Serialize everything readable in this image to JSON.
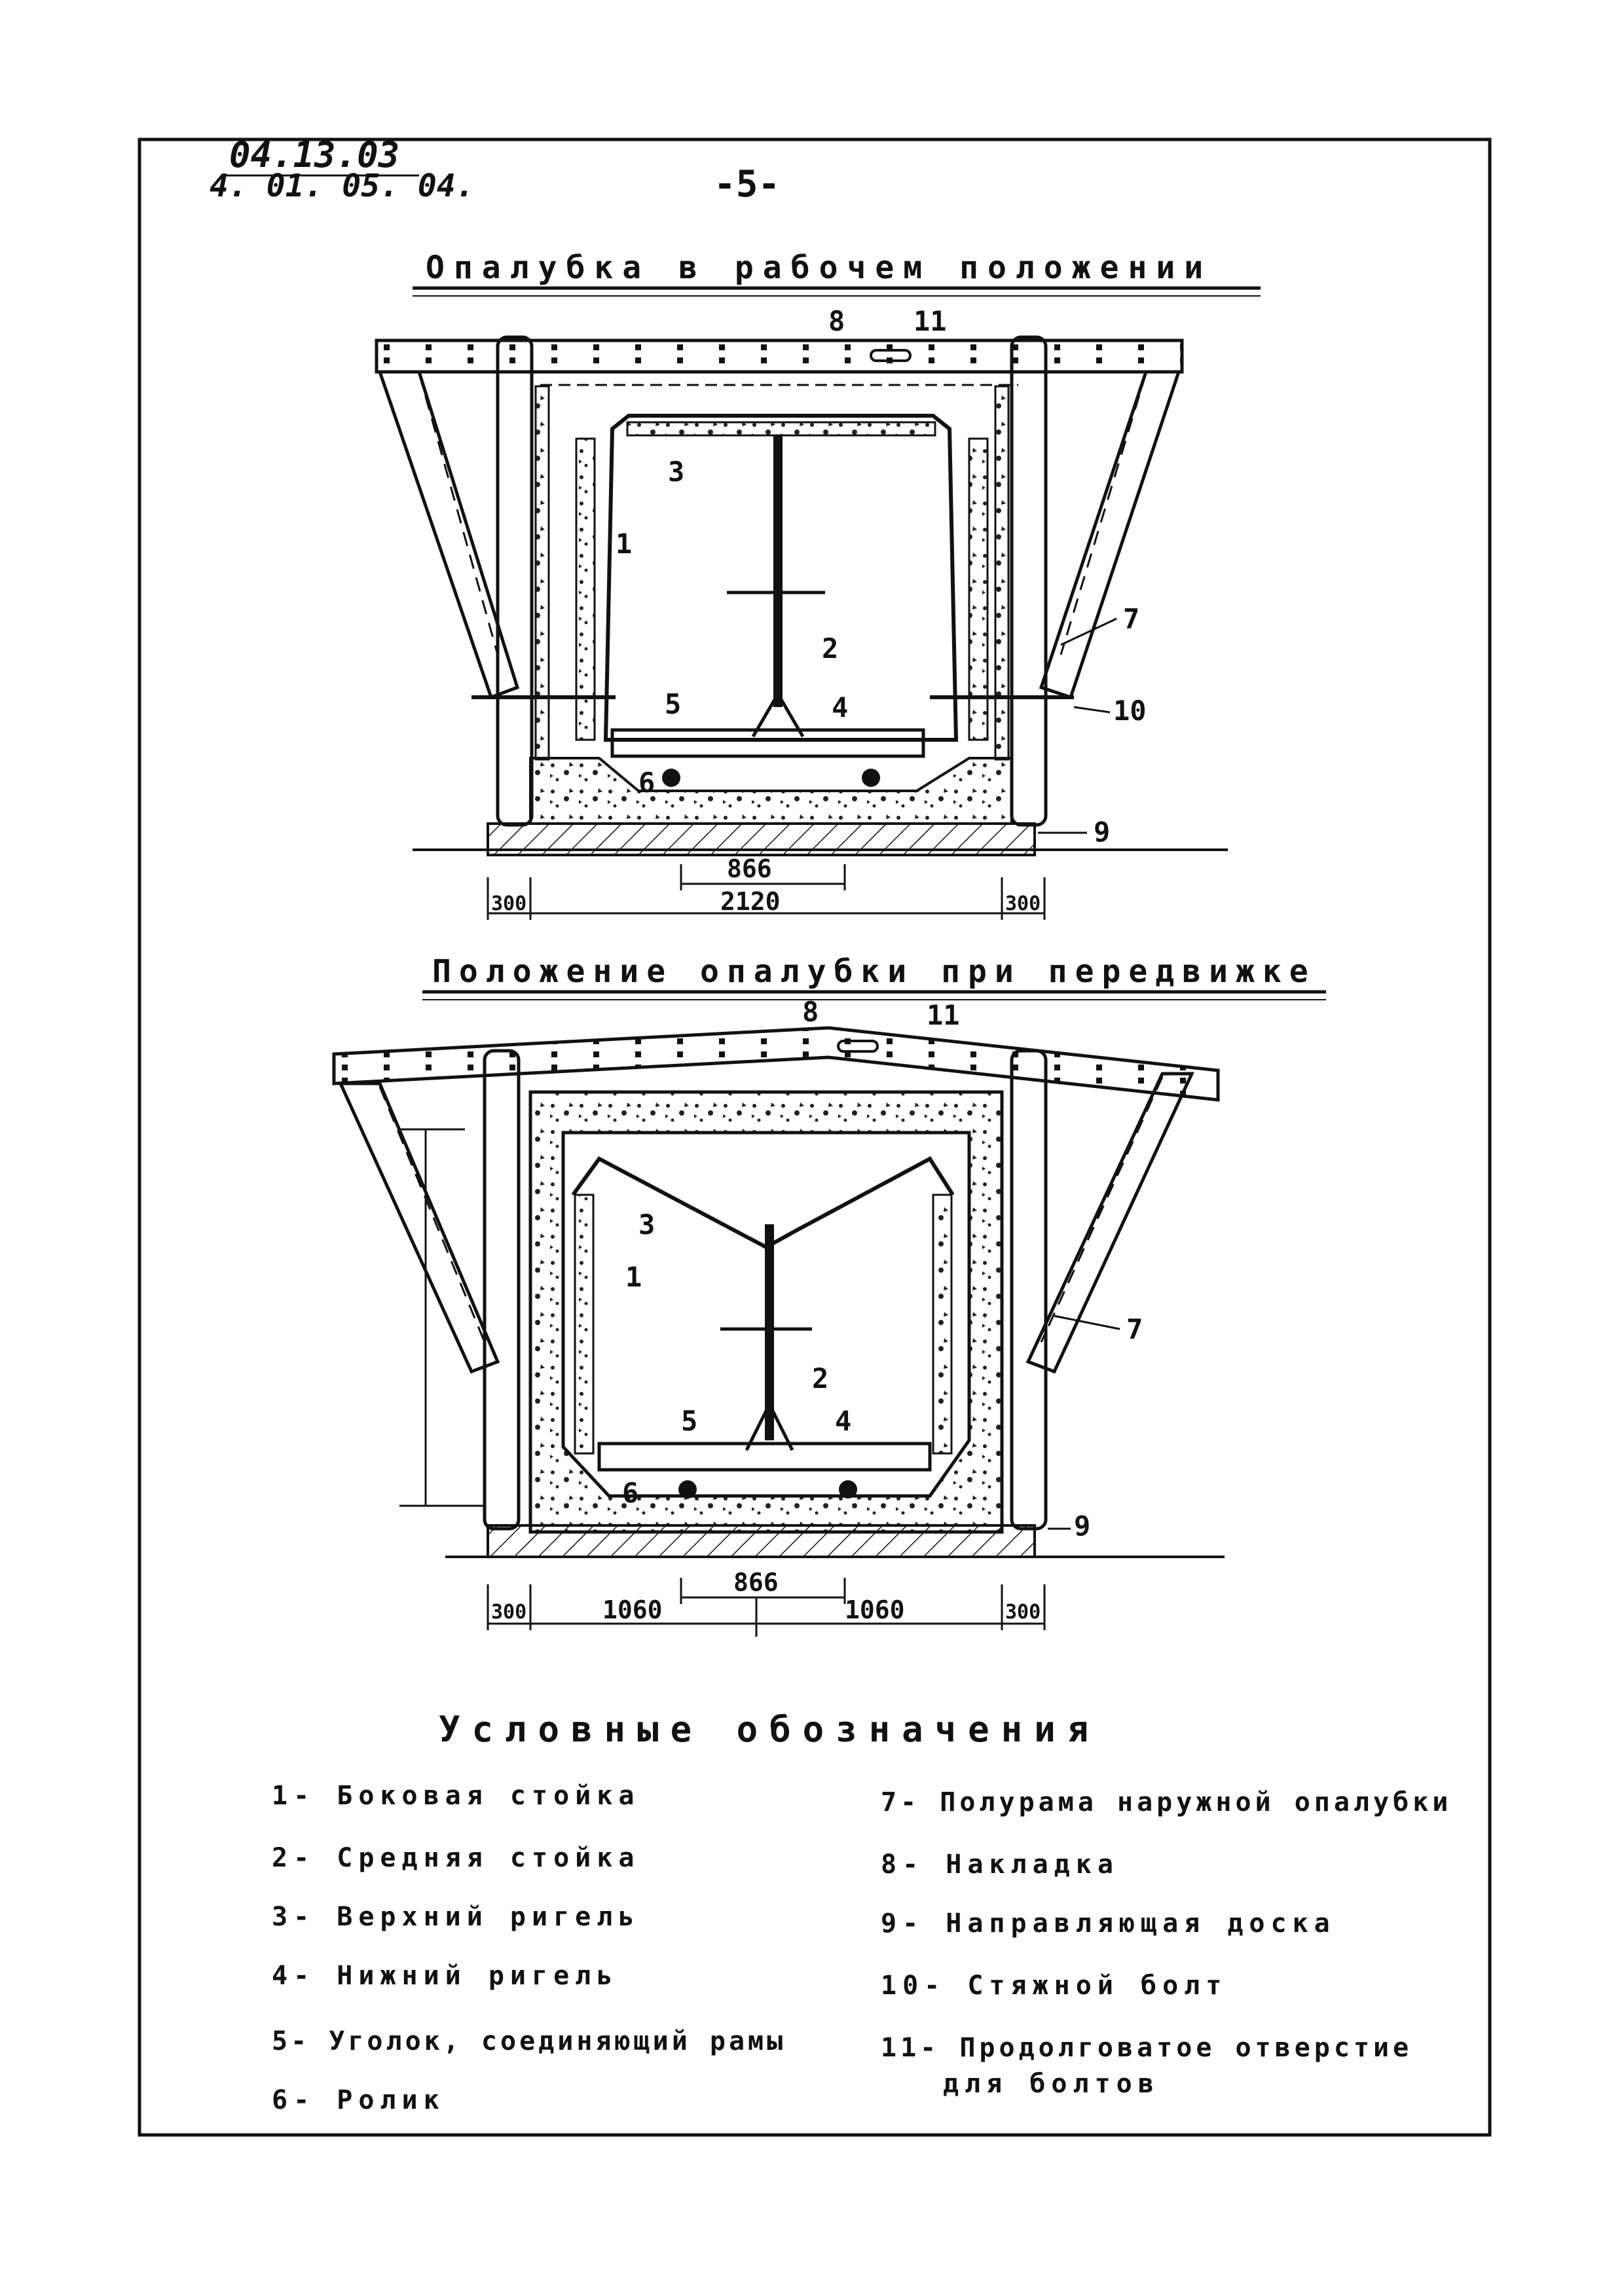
{
  "header": {
    "doc_code_1": "04.13.03",
    "doc_code_2": "4. 01. 05. 04.",
    "page_number": "-5-"
  },
  "top_drawing": {
    "title": "Опалубка в рабочем положении",
    "callouts": {
      "c1": "1",
      "c2": "2",
      "c3": "3",
      "c4": "4",
      "c5": "5",
      "c6": "6",
      "c7": "7",
      "c8": "8",
      "c9": "9",
      "c10": "10",
      "c11": "11"
    },
    "dims": {
      "side_left": "300",
      "center": "866",
      "total": "2120",
      "side_right": "300"
    }
  },
  "bottom_drawing": {
    "title": "Положение опалубки при передвижке",
    "callouts": {
      "c1": "1",
      "c2": "2",
      "c3": "3",
      "c4": "4",
      "c5": "5",
      "c6": "6",
      "c7": "7",
      "c8": "8",
      "c9": "9",
      "c11": "11"
    },
    "dims": {
      "side_left": "300",
      "left": "1060",
      "center": "866",
      "right": "1060",
      "side_right": "300"
    }
  },
  "legend": {
    "title": "Условные обозначения",
    "items": [
      "1- Боковая стойка",
      "2- Средняя стойка",
      "3- Верхний ригель",
      "4- Нижний ригель",
      "5- Уголок, соединяющий рамы",
      "6- Ролик",
      "7- Полурама наружной опалубки",
      "8- Накладка",
      "9- Направляющая доска",
      "10- Стяжной болт",
      "11- Продолговатое отверстие",
      "для болтов"
    ]
  }
}
